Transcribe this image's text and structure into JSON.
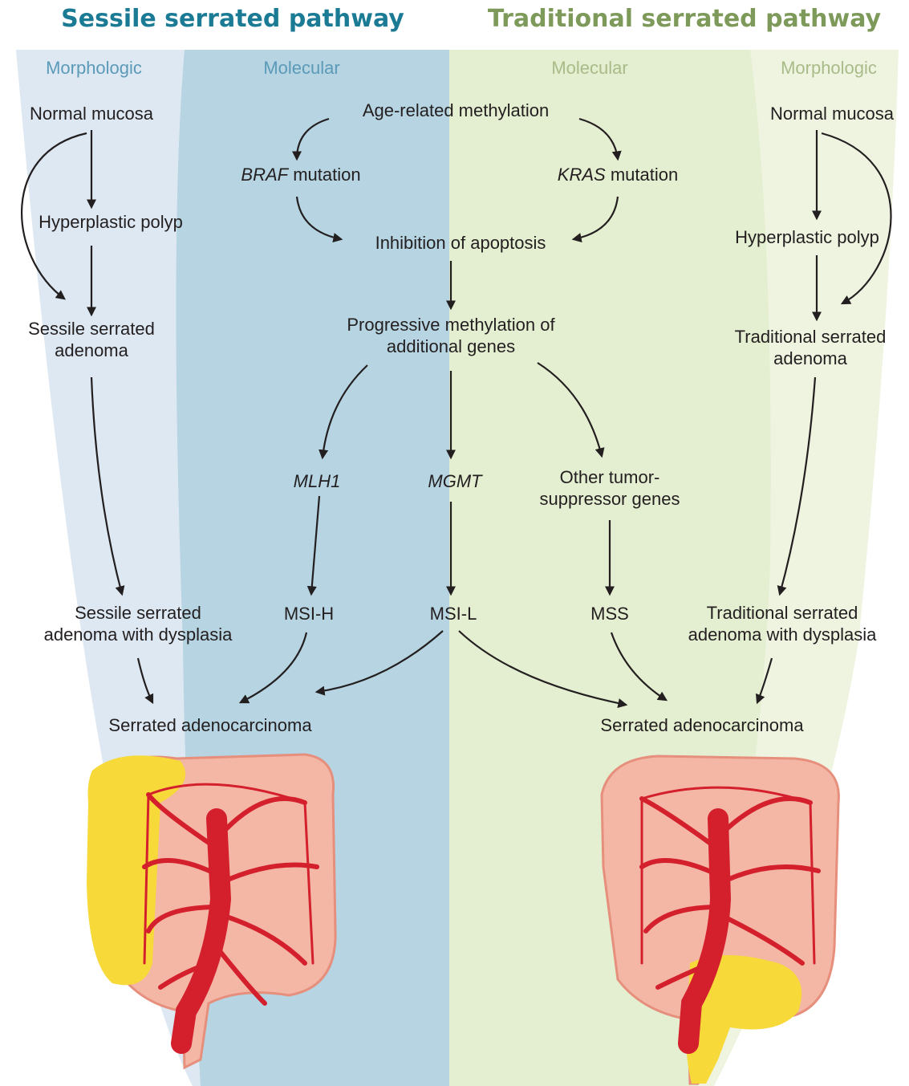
{
  "titles": {
    "left": "Sessile serrated pathway",
    "right": "Traditional serrated pathway"
  },
  "bands": {
    "left_morph": "Morphologic",
    "left_mol": "Molecular",
    "right_mol": "Molecular",
    "right_morph": "Morphologic"
  },
  "colors": {
    "title_left": "#1b7b95",
    "title_right": "#7e9a5a",
    "band_left_morph": "#dde8f2",
    "band_left_mol": "#b6d4e1",
    "band_right_mol": "#e4eed0",
    "band_right_morph": "#eef4e0",
    "band_text_left": "#5b9ab8",
    "band_text_right": "#a9bb88",
    "colon": "#f4b7a6",
    "colon_dark": "#e68f7d",
    "vessel": "#d4202d",
    "lesion": "#f7d93a"
  },
  "left": {
    "normal": "Normal mucosa",
    "hyper": "Hyperplastic polyp",
    "ssa_1": "Sessile serrated",
    "ssa_2": "adenoma",
    "ssad_1": "Sessile serrated",
    "ssad_2": "adenoma with dysplasia",
    "carcinoma": "Serrated adenocarcinoma"
  },
  "center": {
    "age": "Age-related methylation",
    "braf_gene": "BRAF",
    "braf_rest": " mutation",
    "kras_gene": "KRAS",
    "kras_rest": " mutation",
    "inhibition": "Inhibition of apoptosis",
    "prog_1": "Progressive methylation of",
    "prog_2": "additional genes",
    "mlh1": "MLH1",
    "mgmt": "MGMT",
    "other_1": "Other tumor-",
    "other_2": "suppressor genes",
    "msih": "MSI-H",
    "msil": "MSI-L",
    "mss": "MSS"
  },
  "right": {
    "normal": "Normal mucosa",
    "hyper": "Hyperplastic polyp",
    "tsa_1": "Traditional serrated",
    "tsa_2": "adenoma",
    "tsad_1": "Traditional serrated",
    "tsad_2": "adenoma with dysplasia",
    "carcinoma": "Serrated adenocarcinoma"
  }
}
